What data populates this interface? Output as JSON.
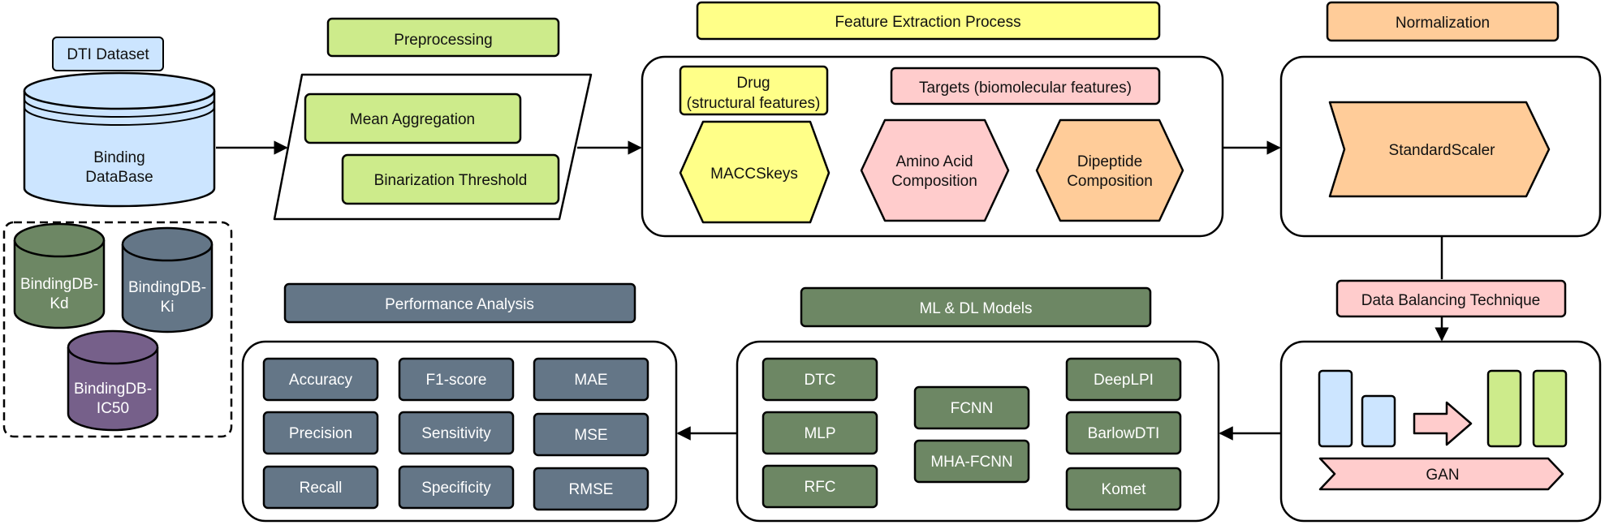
{
  "colors": {
    "blue": "#cce5ff",
    "lime": "#cdeb8b",
    "yellow": "#ffff88",
    "pink": "#ffcccc",
    "orange": "#ffcc99",
    "green_dark": "#6d8764",
    "slate": "#647687",
    "purple": "#76608a",
    "white": "#ffffff"
  },
  "dataset": {
    "label": "DTI Dataset",
    "database_line1": "Binding",
    "database_line2": "DataBase",
    "subsets": {
      "kd": [
        "BindingDB-",
        "Kd"
      ],
      "ki": [
        "BindingDB-",
        "Ki"
      ],
      "ic50": [
        "BindingDB-",
        "IC50"
      ]
    }
  },
  "preprocessing": {
    "label": "Preprocessing",
    "steps": [
      "Mean Aggregation",
      "Binarization Threshold"
    ]
  },
  "feature_extraction": {
    "label": "Feature Extraction Process",
    "drug_label": [
      "Drug",
      "(structural features)"
    ],
    "targets_label": "Targets (biomolecular features)",
    "maccs": "MACCSkeys",
    "aac": [
      "Amino Acid",
      "Composition"
    ],
    "dpc": [
      "Dipeptide",
      "Composition"
    ]
  },
  "normalization": {
    "label": "Normalization",
    "scaler": "StandardScaler"
  },
  "balancing": {
    "label": "Data Balancing Technique",
    "method": "GAN"
  },
  "models": {
    "label": "ML & DL Models",
    "left": [
      "DTC",
      "MLP",
      "RFC"
    ],
    "middle": [
      "FCNN",
      "MHA-FCNN"
    ],
    "right": [
      "DeepLPI",
      "BarlowDTI",
      "Komet"
    ]
  },
  "performance": {
    "label": "Performance Analysis",
    "col1": [
      "Accuracy",
      "Precision",
      "Recall"
    ],
    "col2": [
      "F1-score",
      "Sensitivity",
      "Specificity"
    ],
    "col3": [
      "MAE",
      "MSE",
      "RMSE"
    ]
  }
}
